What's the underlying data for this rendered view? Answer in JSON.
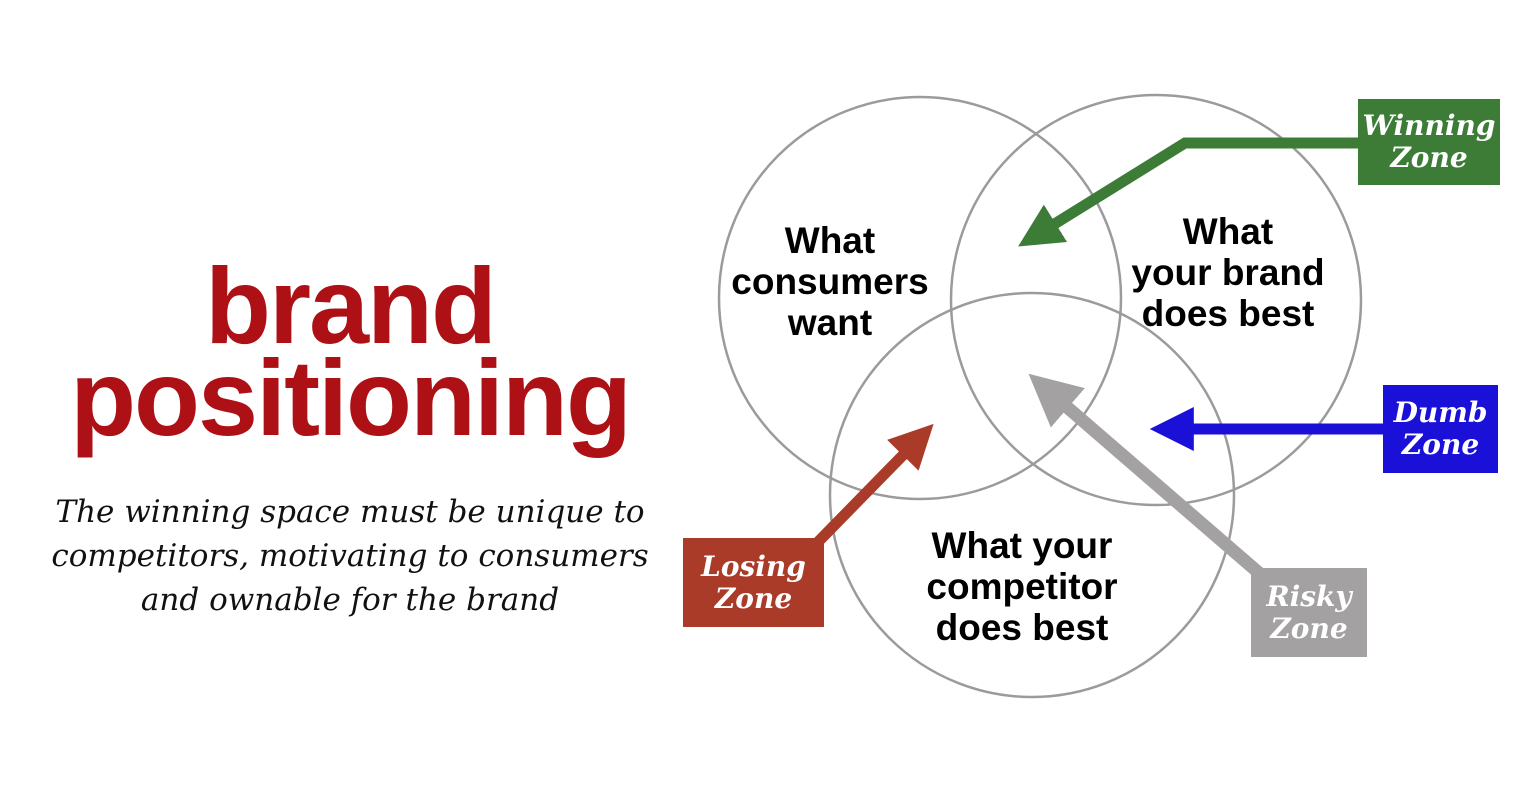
{
  "left_panel": {
    "title_line1": "brand",
    "title_line2": "positioning",
    "title_color": "#AD1015",
    "subtitle": "The winning space must be unique to\ncompetitors, motivating to consumers\nand ownable for the brand"
  },
  "venn": {
    "circle_stroke_color": "#9B9B9B",
    "circles": {
      "consumers": {
        "label": "What\nconsumers\nwant"
      },
      "brand": {
        "label": "What\nyour brand\ndoes best"
      },
      "competitor": {
        "label": "What your\ncompetitor\ndoes best"
      }
    }
  },
  "zones": {
    "winning": {
      "label": "Winning\nZone",
      "color": "#3C7C37"
    },
    "dumb": {
      "label": "Dumb\nZone",
      "color": "#1A10D8"
    },
    "losing": {
      "label": "Losing\nZone",
      "color": "#AA3B29"
    },
    "risky": {
      "label": "Risky\nZone",
      "color": "#A3A1A2"
    }
  }
}
